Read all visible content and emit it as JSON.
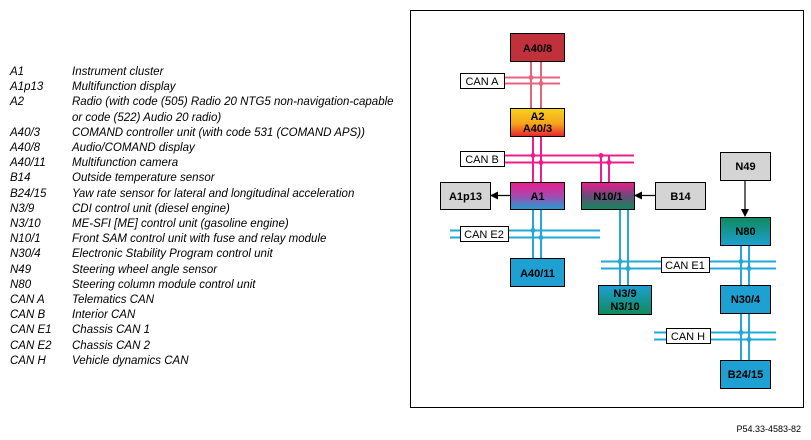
{
  "legend": [
    {
      "code": "A1",
      "desc": "Instrument cluster"
    },
    {
      "code": "A1p13",
      "desc": "Multifunction display"
    },
    {
      "code": "A2",
      "desc": "Radio (with code (505) Radio 20 NTG5 non-navigation-capable or code (522) Audio 20 radio)"
    },
    {
      "code": "A40/3",
      "desc": "COMAND controller unit (with code 531 (COMAND APS))"
    },
    {
      "code": "A40/8",
      "desc": "Audio/COMAND display"
    },
    {
      "code": "A40/11",
      "desc": "Multifunction camera"
    },
    {
      "code": "B14",
      "desc": "Outside temperature sensor"
    },
    {
      "code": "B24/15",
      "desc": "Yaw rate sensor for lateral and longitudinal acceleration"
    },
    {
      "code": "N3/9",
      "desc": "CDI control unit (diesel engine)"
    },
    {
      "code": "N3/10",
      "desc": "ME-SFI [ME] control unit (gasoline engine)"
    },
    {
      "code": "N10/1",
      "desc": "Front SAM control unit with fuse and relay module"
    },
    {
      "code": "N30/4",
      "desc": "Electronic Stability Program control unit"
    },
    {
      "code": "N49",
      "desc": "Steering wheel angle sensor"
    },
    {
      "code": "N80",
      "desc": "Steering column module control unit"
    },
    {
      "code": "CAN A",
      "desc": "Telematics CAN"
    },
    {
      "code": "CAN B",
      "desc": "Interior CAN"
    },
    {
      "code": "CAN E1",
      "desc": "Chassis CAN 1"
    },
    {
      "code": "CAN E2",
      "desc": "Chassis CAN 2"
    },
    {
      "code": "CAN H",
      "desc": "Vehicle dynamics CAN"
    }
  ],
  "diagram": {
    "modules": {
      "a40_8": "A40/8",
      "a2": "A2",
      "a40_3": "A40/3",
      "a1": "A1",
      "a1p13": "A1p13",
      "n10_1": "N10/1",
      "b14": "B14",
      "a40_11": "A40/11",
      "n3_9": "N3/9",
      "n3_10": "N3/10",
      "n49": "N49",
      "n80": "N80",
      "n30_4": "N30/4",
      "b24_15": "B24/15"
    },
    "buses": {
      "can_a": "CAN A",
      "can_b": "CAN B",
      "can_e1": "CAN E1",
      "can_e2": "CAN E2",
      "can_h": "CAN H"
    },
    "colors": {
      "can_a": "#e8637e",
      "can_b": "#ee1c8c",
      "can_chassis": "#22a9d6",
      "red_module": "#c0313b",
      "grey_module": "#d4d4d4",
      "blue_module": "#1ea0d2",
      "green_module": "#0f8a5c"
    }
  },
  "footer_ref": "P54.33-4583-82"
}
